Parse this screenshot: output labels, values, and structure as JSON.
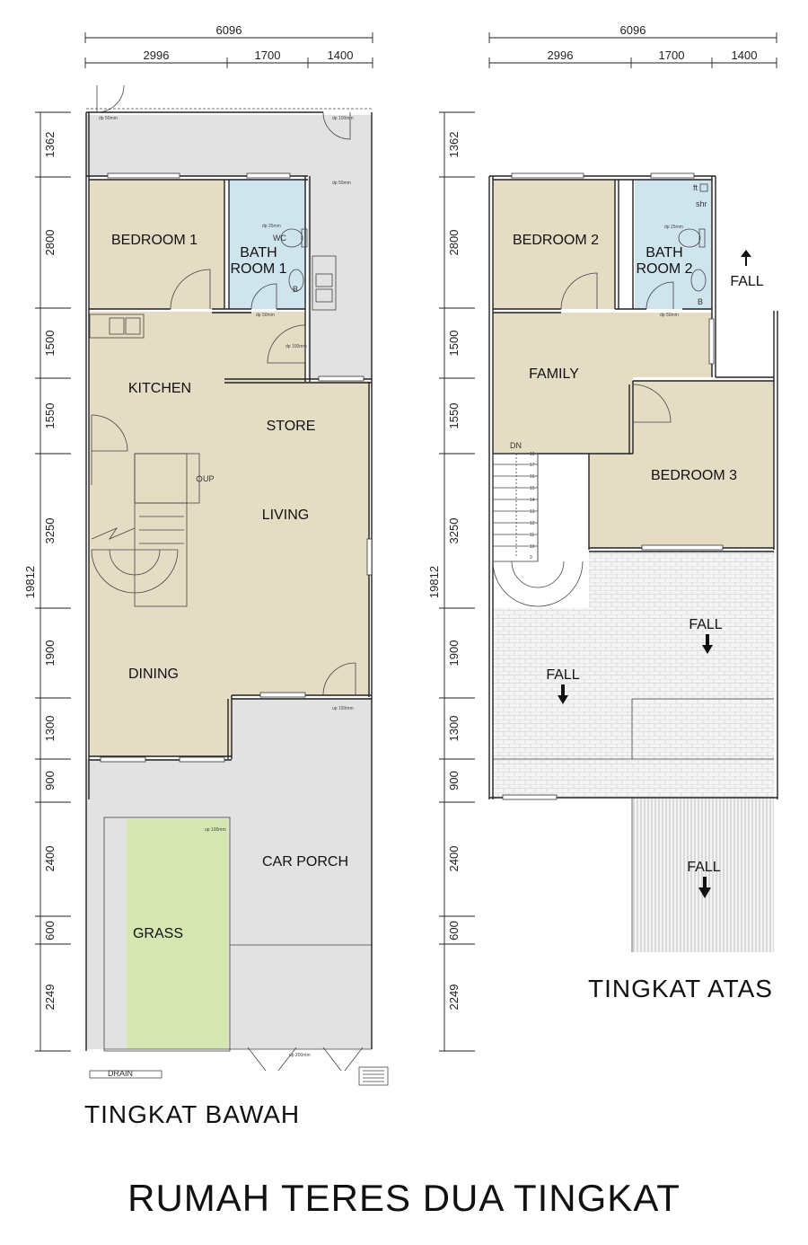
{
  "title": "RUMAH TERES DUA TINGKAT",
  "floors": {
    "ground": {
      "caption": "TINGKAT BAWAH",
      "dims_top_total": "6096",
      "dims_top": [
        "2996",
        "1700",
        "1400"
      ],
      "dims_side_total": "19812",
      "dims_side": [
        "1362",
        "2800",
        "1500",
        "1550",
        "3250",
        "1900",
        "1300",
        "900",
        "2400",
        "600",
        "2249"
      ],
      "rooms": {
        "bedroom1": "BEDROOM 1",
        "bath1_line1": "BATH",
        "bath1_line2": "ROOM 1",
        "kitchen": "KITCHEN",
        "store": "STORE",
        "living": "LIVING",
        "dining": "DINING",
        "car_porch": "CAR PORCH",
        "grass": "GRASS"
      },
      "labels": {
        "up": "UP",
        "wc": "WC",
        "b": "B",
        "drain": "DRAIN",
        "dp_50_top": "dp 50mm",
        "dp_100_top": "dp 100mm",
        "dp_50_right": "dp 50mm",
        "dp_25": "dp 25mm",
        "dp_50_bath": "dp 50mm",
        "dp_100_store": "dp 100mm",
        "up_150": "up 150mm",
        "up_100": "up 100mm",
        "up_200": "up 200mm"
      }
    },
    "upper": {
      "caption": "TINGKAT ATAS",
      "dims_top_total": "6096",
      "dims_top": [
        "2996",
        "1700",
        "1400"
      ],
      "dims_side_total": "19812",
      "dims_side": [
        "1362",
        "2800",
        "1500",
        "1550",
        "3250",
        "1900",
        "1300",
        "900",
        "2400",
        "600",
        "2249"
      ],
      "rooms": {
        "bedroom2": "BEDROOM 2",
        "bath2_line1": "BATH",
        "bath2_line2": "ROOM 2",
        "family": "FAMILY",
        "bedroom3": "BEDROOM 3"
      },
      "labels": {
        "fall_1": "FALL",
        "fall_2": "FALL",
        "fall_3": "FALL",
        "fall_4": "FALL",
        "dn": "DN",
        "ft": "ft",
        "shr": "shr",
        "b": "B",
        "dp_25": "dp 25mm",
        "dp_50": "dp 50mm",
        "steps": [
          "18",
          "17",
          "16",
          "15",
          "14",
          "13",
          "12",
          "11",
          "10",
          "9"
        ]
      }
    }
  },
  "colors": {
    "room_beige": "#e5dcc4",
    "bath_blue": "#cfe5ee",
    "outdoor_grey": "#e2e2e2",
    "grass_green": "#d6e6b0",
    "roof_tile": "#f2f2f2"
  }
}
